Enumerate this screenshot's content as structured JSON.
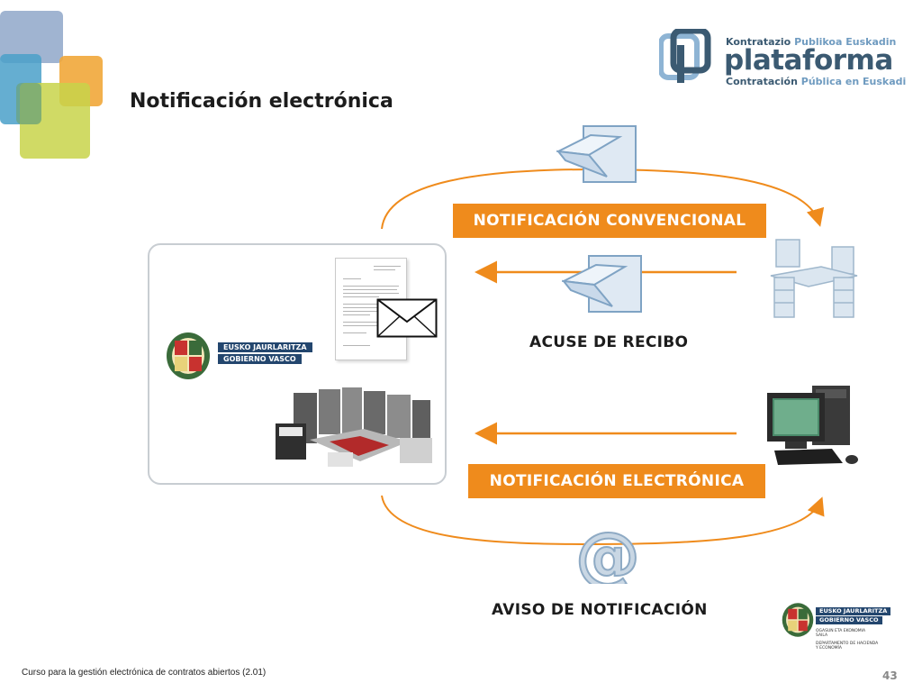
{
  "header": {
    "title": "Notificación electrónica"
  },
  "brand": {
    "top_dark": "Kontratazio",
    "top_light": "Publikoa Euskadin",
    "main": "plataforma",
    "bottom_dark": "Contratación",
    "bottom_light": "Pública en Euskadi"
  },
  "government_logo": {
    "line1": "EUSKO JAURLARITZA",
    "line2": "GOBIERNO VASCO"
  },
  "diagram": {
    "conventional_label": "NOTIFICACIÓN CONVENCIONAL",
    "receipt_label": "ACUSE DE RECIBO",
    "electronic_label": "NOTIFICACIÓN ELECTRÓNICA",
    "notice_label": "AVISO DE NOTIFICACIÓN"
  },
  "bottom_logo": {
    "line1": "EUSKO JAURLARITZA",
    "line2": "GOBIERNO VASCO",
    "dept1": "OGASUN ETA EKONOMIA",
    "dept2": "SAILA",
    "dept3": "DEPARTAMENTO DE HACIENDA",
    "dept4": "Y ECONOMÍA"
  },
  "footer": {
    "course": "Curso para la gestión electrónica de contratos abiertos (2.01)",
    "page": "43"
  },
  "colors": {
    "accent_orange": "#ef8b1c",
    "brand_blue": "#3b5a72",
    "gov_blue": "#23466e"
  },
  "icons": [
    "mailbox-icon",
    "desk-icon",
    "computer-icon",
    "at-sign-icon",
    "envelope-icon",
    "document-icon",
    "mainframe-icon"
  ]
}
